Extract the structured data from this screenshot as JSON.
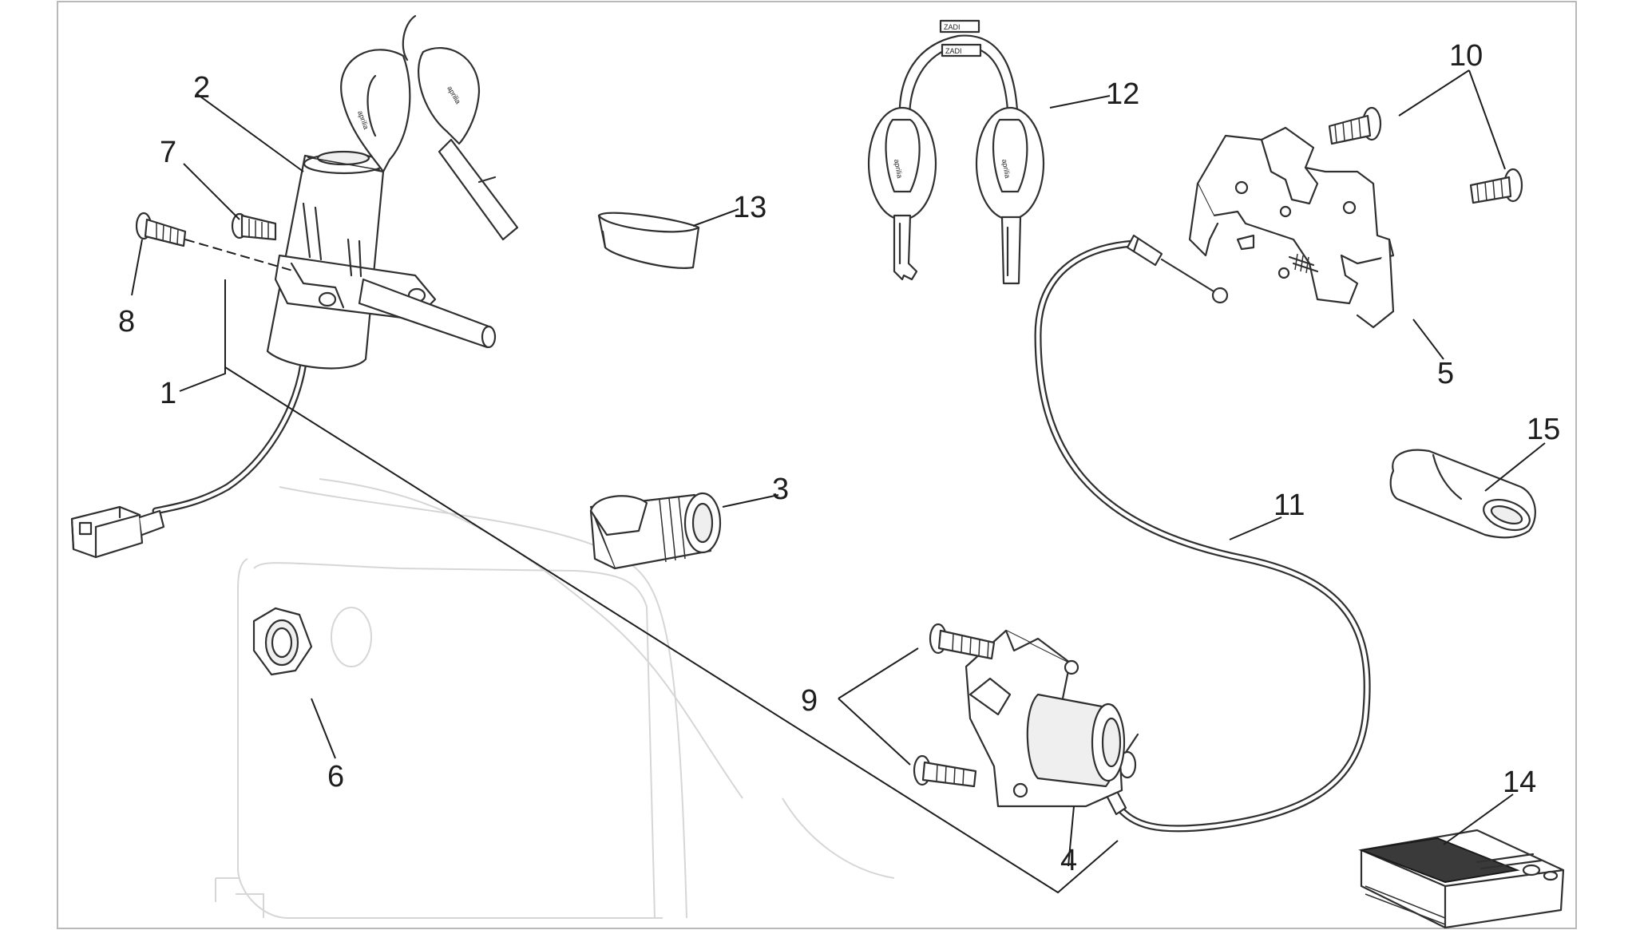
{
  "diagram": {
    "callouts": [
      {
        "id": "1",
        "label": "1"
      },
      {
        "id": "2",
        "label": "2"
      },
      {
        "id": "3",
        "label": "3"
      },
      {
        "id": "4",
        "label": "4"
      },
      {
        "id": "5",
        "label": "5"
      },
      {
        "id": "6",
        "label": "6"
      },
      {
        "id": "7",
        "label": "7"
      },
      {
        "id": "8",
        "label": "8"
      },
      {
        "id": "9",
        "label": "9"
      },
      {
        "id": "10",
        "label": "10"
      },
      {
        "id": "11",
        "label": "11"
      },
      {
        "id": "12",
        "label": "12"
      },
      {
        "id": "13",
        "label": "13"
      },
      {
        "id": "14",
        "label": "14"
      },
      {
        "id": "15",
        "label": "15"
      }
    ],
    "key_tag_text": "ZADI",
    "colors": {
      "line": "#303030",
      "frame": "#b9b9b9",
      "ghost": "#d6d6d6"
    }
  }
}
